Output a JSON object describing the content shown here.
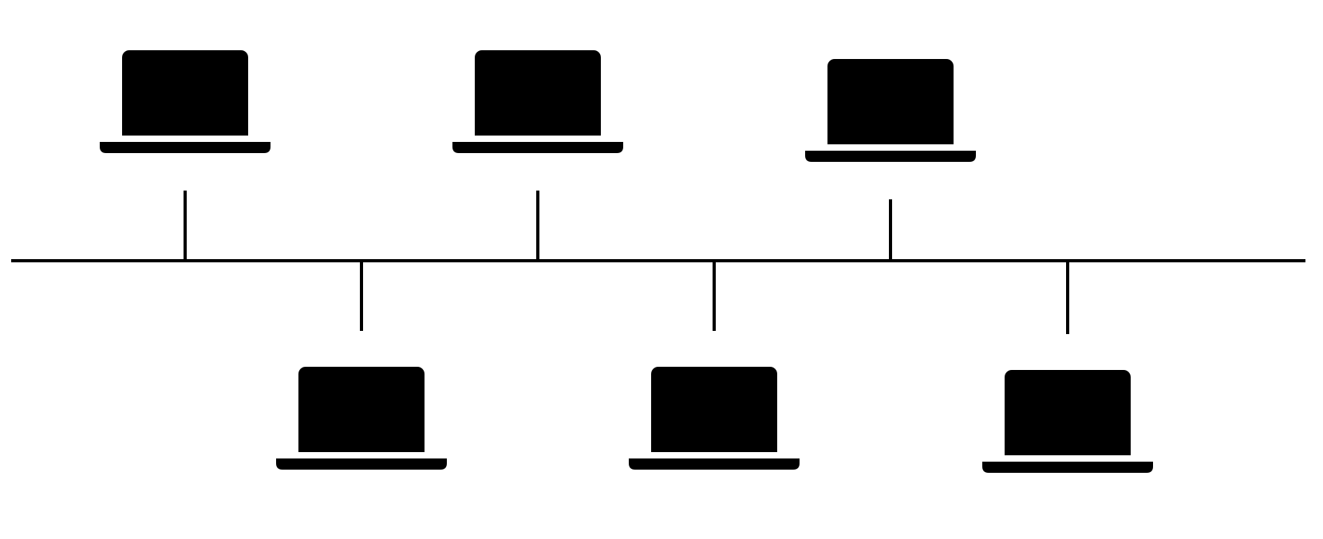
{
  "diagram": {
    "type": "bus-topology",
    "colors": {
      "stroke": "#000000",
      "background": "#ffffff"
    },
    "bus": {
      "name": "network-bus-line"
    },
    "nodes": [
      {
        "id": "laptop-1",
        "icon": "laptop-icon",
        "side": "top"
      },
      {
        "id": "laptop-2",
        "icon": "laptop-icon",
        "side": "bottom"
      },
      {
        "id": "laptop-3",
        "icon": "laptop-icon",
        "side": "top"
      },
      {
        "id": "laptop-4",
        "icon": "laptop-icon",
        "side": "bottom"
      },
      {
        "id": "laptop-5",
        "icon": "laptop-icon",
        "side": "top"
      },
      {
        "id": "laptop-6",
        "icon": "laptop-icon",
        "side": "bottom"
      }
    ]
  }
}
